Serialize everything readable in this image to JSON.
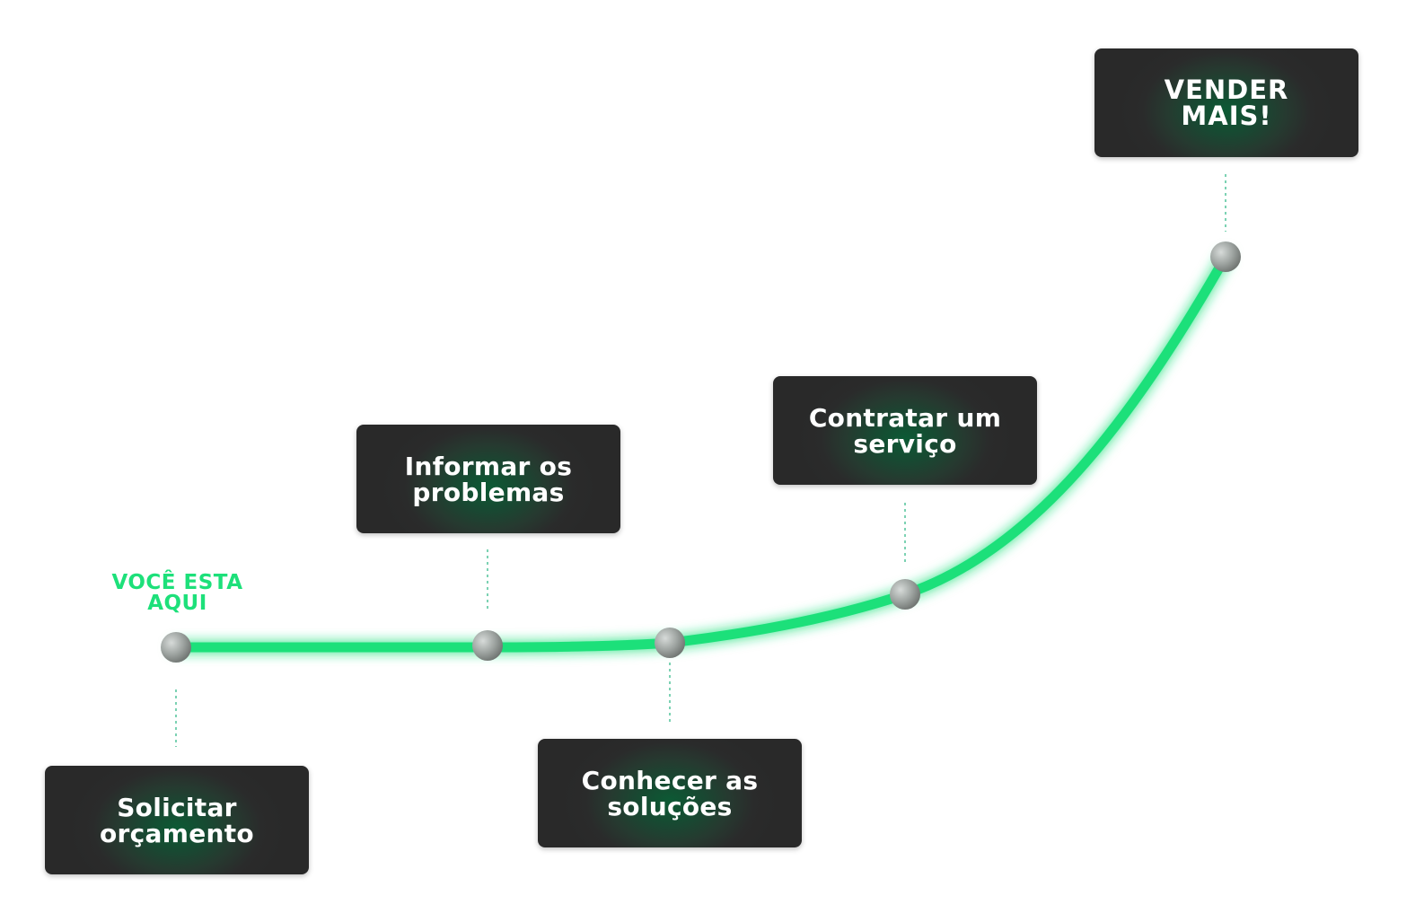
{
  "marker": {
    "label": "VOCÊ ESTA AQUI"
  },
  "steps": [
    {
      "label": "Solicitar orçamento"
    },
    {
      "label": "Informar os problemas"
    },
    {
      "label": "Conhecer as soluções"
    },
    {
      "label": "Contratar um serviço"
    },
    {
      "label": "VENDER MAIS!"
    }
  ],
  "colors": {
    "curve": "#1de07a",
    "box": "#292929",
    "box_glow": "#0c5a34",
    "text": "#ffffff",
    "marker_text": "#1de07a"
  }
}
